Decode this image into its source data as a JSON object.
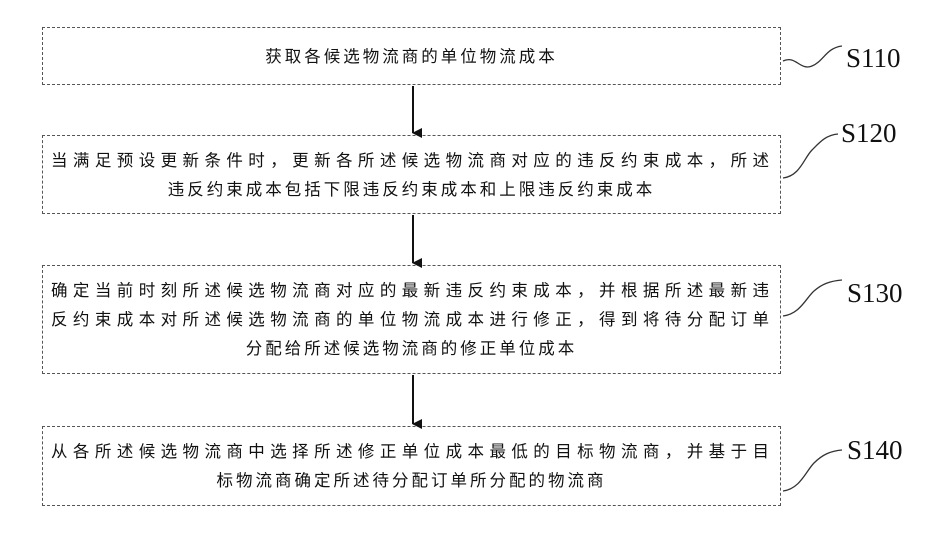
{
  "steps": [
    {
      "id": "S110",
      "label": "S110",
      "lines": [
        "获取各候选物流商的单位物流成本"
      ]
    },
    {
      "id": "S120",
      "label": "S120",
      "lines": [
        "当满足预设更新条件时，更新各所述候选物流商对应的违反约束成本，所述",
        "违反约束成本包括下限违反约束成本和上限违反约束成本"
      ]
    },
    {
      "id": "S130",
      "label": "S130",
      "lines": [
        "确定当前时刻所述候选物流商对应的最新违反约束成本，并根据所述最新违",
        "反约束成本对所述候选物流商的单位物流成本进行修正，得到将待分配订单",
        "分配给所述候选物流商的修正单位成本"
      ]
    },
    {
      "id": "S140",
      "label": "S140",
      "lines": [
        "从各所述候选物流商中选择所述修正单位成本最低的目标物流商，并基于目",
        "标物流商确定所述待分配订单所分配的物流商"
      ]
    }
  ]
}
